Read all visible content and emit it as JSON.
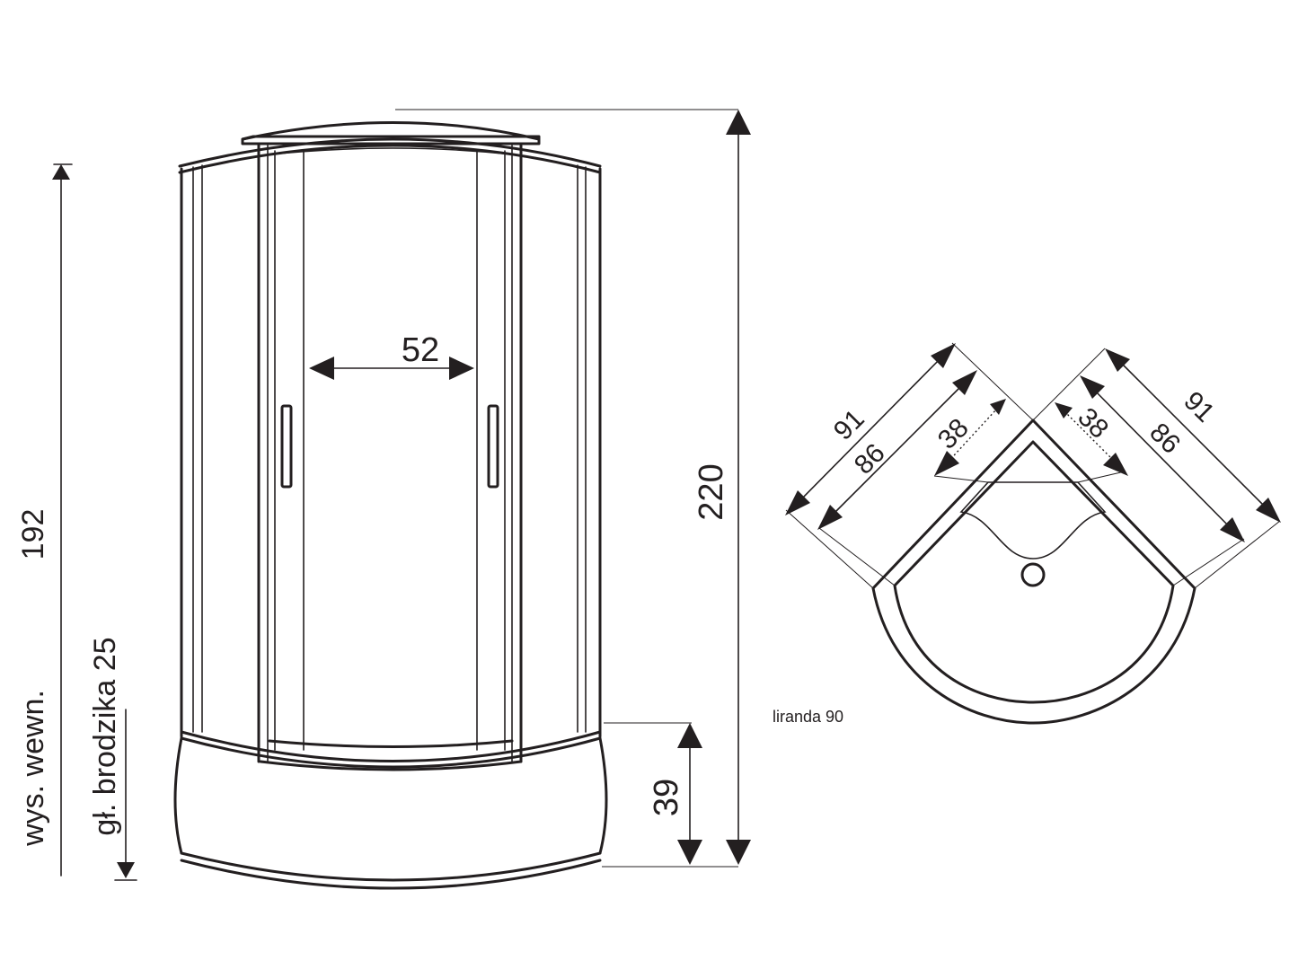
{
  "diagram": {
    "model_label": "liranda 90",
    "front_view": {
      "door_opening_width": "52",
      "total_height": "220",
      "tray_height": "39",
      "internal_height": "192",
      "internal_height_label": "wys. wewn.",
      "tray_depth_label": "gł. brodzika 25"
    },
    "plan_view": {
      "left_outer": "91",
      "left_inner": "86",
      "left_door": "38",
      "right_outer": "91",
      "right_inner": "86",
      "right_door": "38"
    },
    "line_color": "#231f20"
  }
}
